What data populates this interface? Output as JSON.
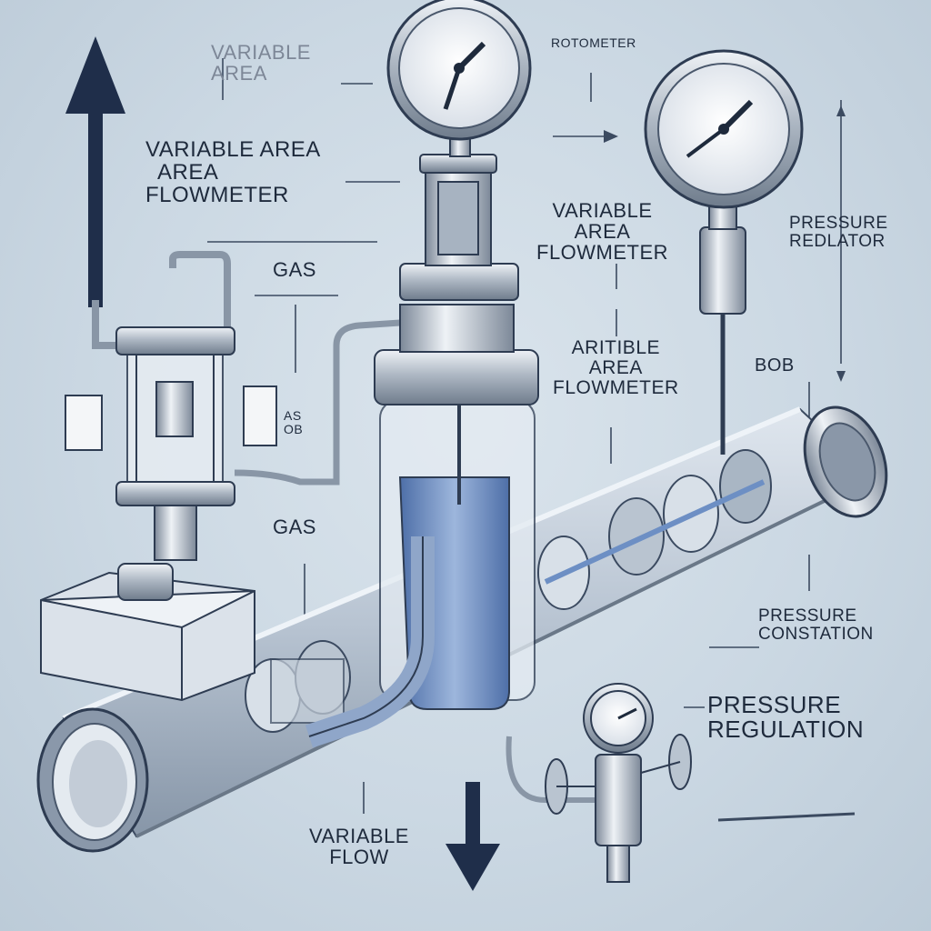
{
  "labels": {
    "variable_area_faded": "VARIABLE\nAREA",
    "rotometer": "ROTOMETER",
    "variable_area_flowmeter_left": "VARIABLE AREA\n  AREA\nFLOWMETER",
    "gas_top": "GAS",
    "as_ob": "AS\nOB",
    "gas_bottom": "GAS",
    "variable_area_flowmeter_center": "VARIABLE\nAREA\nFLOWMETER",
    "aritible_area_flowmeter": "ARITIBLE\nAREA\nFLOWMETER",
    "pressure_redlator": "PRESSURE\nREDLATOR",
    "bob": "BOB",
    "pressure_constation": "PRESSURE\nCONSTATION",
    "pressure_regulation": "PRESSURE\nREGULATION",
    "variable_flow": "VARIABLE\nFLOW"
  },
  "colors": {
    "ink": "#1e2a3c",
    "steel": "#b9c2cc",
    "liquid": "#6d8fc4",
    "background": "#cbd8e3"
  },
  "icons": {
    "up_arrow": "large-up-arrow-icon",
    "down_arrow": "large-down-arrow-icon"
  }
}
